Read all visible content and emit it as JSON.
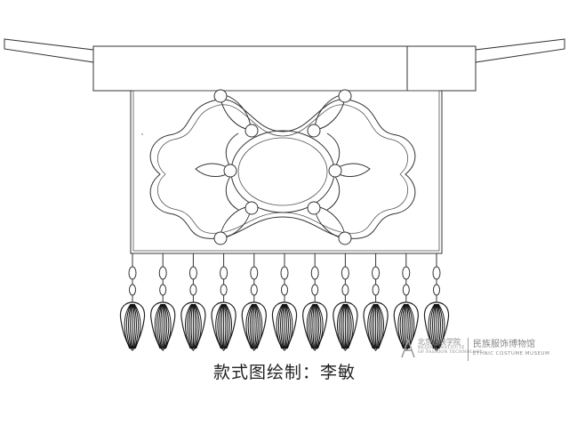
{
  "caption": "款式图绘制：李敏",
  "watermark": {
    "left_title": "北京服装学院",
    "left_subtitle_1": "BEIJING INSTITUTE",
    "left_subtitle_2": "OF FASHION TECHNOLOGY",
    "right_title": "民族服饰博物馆",
    "right_subtitle": "ETHNIC COSTUME MUSEUM"
  },
  "tassel_count": 11,
  "colors": {
    "line": "#333333",
    "background": "#ffffff",
    "watermark": "#888888"
  }
}
